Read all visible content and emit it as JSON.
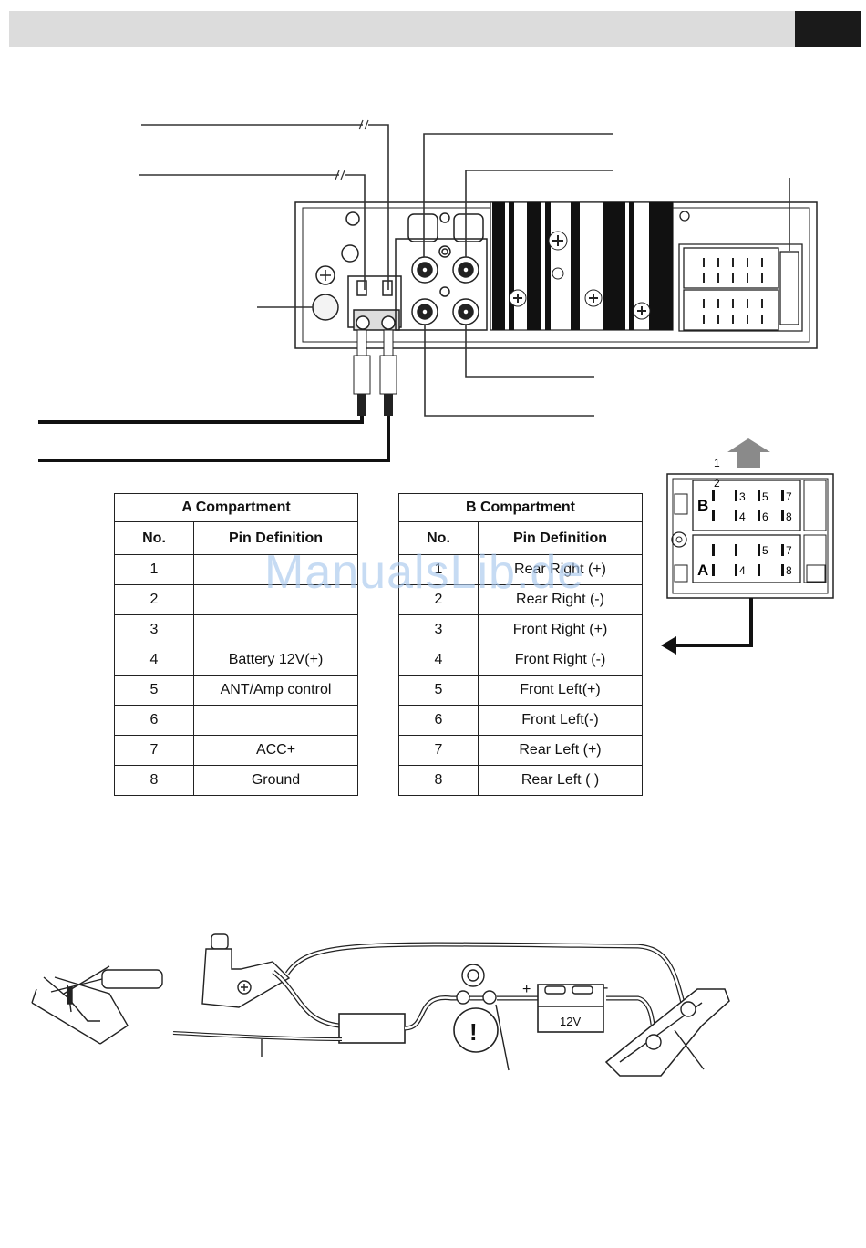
{
  "pin_diagram": {
    "bracket_1": "1",
    "bracket_2": "2",
    "connector_b": "B",
    "connector_a": "A",
    "b_pins": [
      "3",
      "4",
      "5",
      "6",
      "7",
      "8"
    ],
    "a_pins": [
      "4",
      "5",
      "7",
      "8"
    ]
  },
  "table_a": {
    "title": "A Compartment",
    "col_no": "No.",
    "col_def": "Pin Definition",
    "rows": [
      {
        "no": "1",
        "def": ""
      },
      {
        "no": "2",
        "def": ""
      },
      {
        "no": "3",
        "def": ""
      },
      {
        "no": "4",
        "def": "Battery 12V(+)"
      },
      {
        "no": "5",
        "def": "ANT/Amp control"
      },
      {
        "no": "6",
        "def": ""
      },
      {
        "no": "7",
        "def": "ACC+"
      },
      {
        "no": "8",
        "def": "Ground"
      }
    ]
  },
  "table_b": {
    "title": "B Compartment",
    "col_no": "No.",
    "col_def": "Pin Definition",
    "rows": [
      {
        "no": "1",
        "def": "Rear Right (+)"
      },
      {
        "no": "2",
        "def": "Rear Right (-)"
      },
      {
        "no": "3",
        "def": "Front Right (+)"
      },
      {
        "no": "4",
        "def": "Front Right (-)"
      },
      {
        "no": "5",
        "def": "Front Left(+)"
      },
      {
        "no": "6",
        "def": "Front Left(-)"
      },
      {
        "no": "7",
        "def": "Rear Left (+)"
      },
      {
        "no": "8",
        "def": "Rear Left ( )"
      }
    ]
  },
  "watermark": "ManualsLib.de",
  "wiring": {
    "plus": "+",
    "minus": "-",
    "battery_label": "12V",
    "fuse_symbol": "!"
  }
}
